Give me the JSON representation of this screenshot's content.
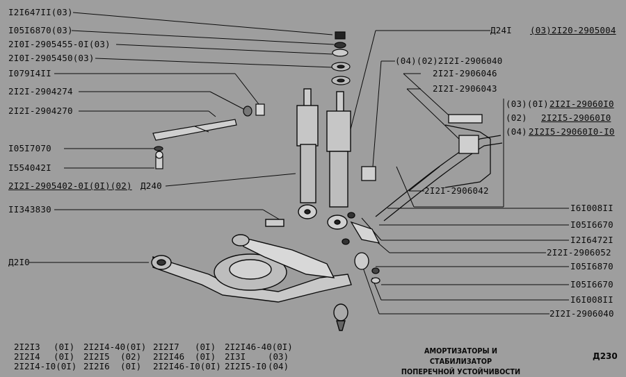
{
  "labels_left": [
    {
      "id": "l1",
      "text": "I2I647II(03)"
    },
    {
      "id": "l2",
      "text": "I05I6870(03)"
    },
    {
      "id": "l3",
      "text": "2I0I-2905455-0I(03)"
    },
    {
      "id": "l4",
      "text": "2I0I-2905450(03)"
    },
    {
      "id": "l5",
      "text": "I079I4II"
    },
    {
      "id": "l6",
      "text": "2I2I-2904274"
    },
    {
      "id": "l7",
      "text": "2I2I-2904270"
    },
    {
      "id": "l8",
      "text": "I05I7070"
    },
    {
      "id": "l9",
      "text": "I554042I"
    },
    {
      "id": "l10a",
      "text": "2I2I-2905402-0I(0I)(02)"
    },
    {
      "id": "l10b",
      "text": "Д240"
    },
    {
      "id": "l11",
      "text": "II343830"
    },
    {
      "id": "l12",
      "text": "Д2I0"
    }
  ],
  "labels_right": [
    {
      "id": "r1a",
      "text": "Д24I"
    },
    {
      "id": "r1b",
      "text": "(03)2I20-2905004"
    },
    {
      "id": "r2",
      "text": "(04)(02)2I2I-2906040"
    },
    {
      "id": "r3",
      "text": "2I2I-2906046"
    },
    {
      "id": "r4",
      "text": "2I2I-2906043"
    },
    {
      "id": "r5a",
      "text": "(03)(0I)"
    },
    {
      "id": "r5b",
      "text": "2I2I-29060I0"
    },
    {
      "id": "r6a",
      "text": "(02)"
    },
    {
      "id": "r6b",
      "text": "2I2I5-29060I0"
    },
    {
      "id": "r7a",
      "text": "(04)"
    },
    {
      "id": "r7b",
      "text": "2I2I5-29060I0-I0"
    },
    {
      "id": "r8",
      "text": "2I2I-2906042"
    },
    {
      "id": "r9",
      "text": "I6I008II"
    },
    {
      "id": "r10",
      "text": "I05I6670"
    },
    {
      "id": "r11",
      "text": "I2I6472I"
    },
    {
      "id": "r12",
      "text": "2I2I-2906052"
    },
    {
      "id": "r13",
      "text": "I05I6870"
    },
    {
      "id": "r14",
      "text": "I05I6670"
    },
    {
      "id": "r15",
      "text": "I6I008II"
    },
    {
      "id": "r16",
      "text": "2I2I-2906040"
    }
  ],
  "models": [
    [
      "2I2I3",
      "(0I)",
      "2I2I4-40(0I)",
      "2I2I7",
      "(0I)",
      "2I2I46-40(0I)"
    ],
    [
      "2I2I4",
      "(0I)",
      "2I2I5",
      "(02)",
      "2I2I46",
      "(0I)",
      "2I3I",
      "(03)"
    ],
    [
      "2I2I4-I0(0I)",
      "2I2I6",
      "(0I)",
      "2I2I46-I0(0I)",
      "2I2I5-I0",
      "(04)"
    ]
  ],
  "title": {
    "line1": "АМОРТИЗАТОРЫ И СТАБИЛИЗАТОР",
    "line2": "ПОПЕРЕЧНОЙ УСТОЙЧИВОСТИ",
    "page_code": "Д230"
  },
  "colors": {
    "background": "#9e9e9e",
    "ink": "#0a0a0a"
  }
}
